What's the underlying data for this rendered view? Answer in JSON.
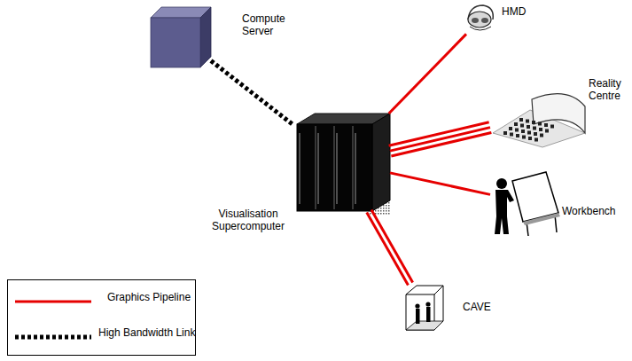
{
  "diagram": {
    "nodes": [
      {
        "text": [
          "Compute Server"
        ]
      },
      {
        "text": [
          "HMD"
        ]
      },
      {
        "text": [
          "Reality Centre"
        ]
      },
      {
        "text": [
          "Visualisation Supercomputer"
        ]
      },
      {
        "text": [
          "Workbench"
        ]
      },
      {
        "text": [
          "CAVE"
        ]
      }
    ],
    "edges": [
      {
        "from": 0,
        "to": 3,
        "arrow": "none"
      },
      {
        "from": 3,
        "to": 1,
        "arrow": "none"
      },
      {
        "from": 3,
        "to": 2,
        "arrow": "none"
      },
      {
        "from": 3,
        "to": 4,
        "arrow": "none"
      },
      {
        "from": 3,
        "to": 5,
        "arrow": "none"
      }
    ],
    "legend": [
      {
        "text": "Graphics Pipeline"
      },
      {
        "text": "High Bandwidth Link"
      }
    ]
  }
}
